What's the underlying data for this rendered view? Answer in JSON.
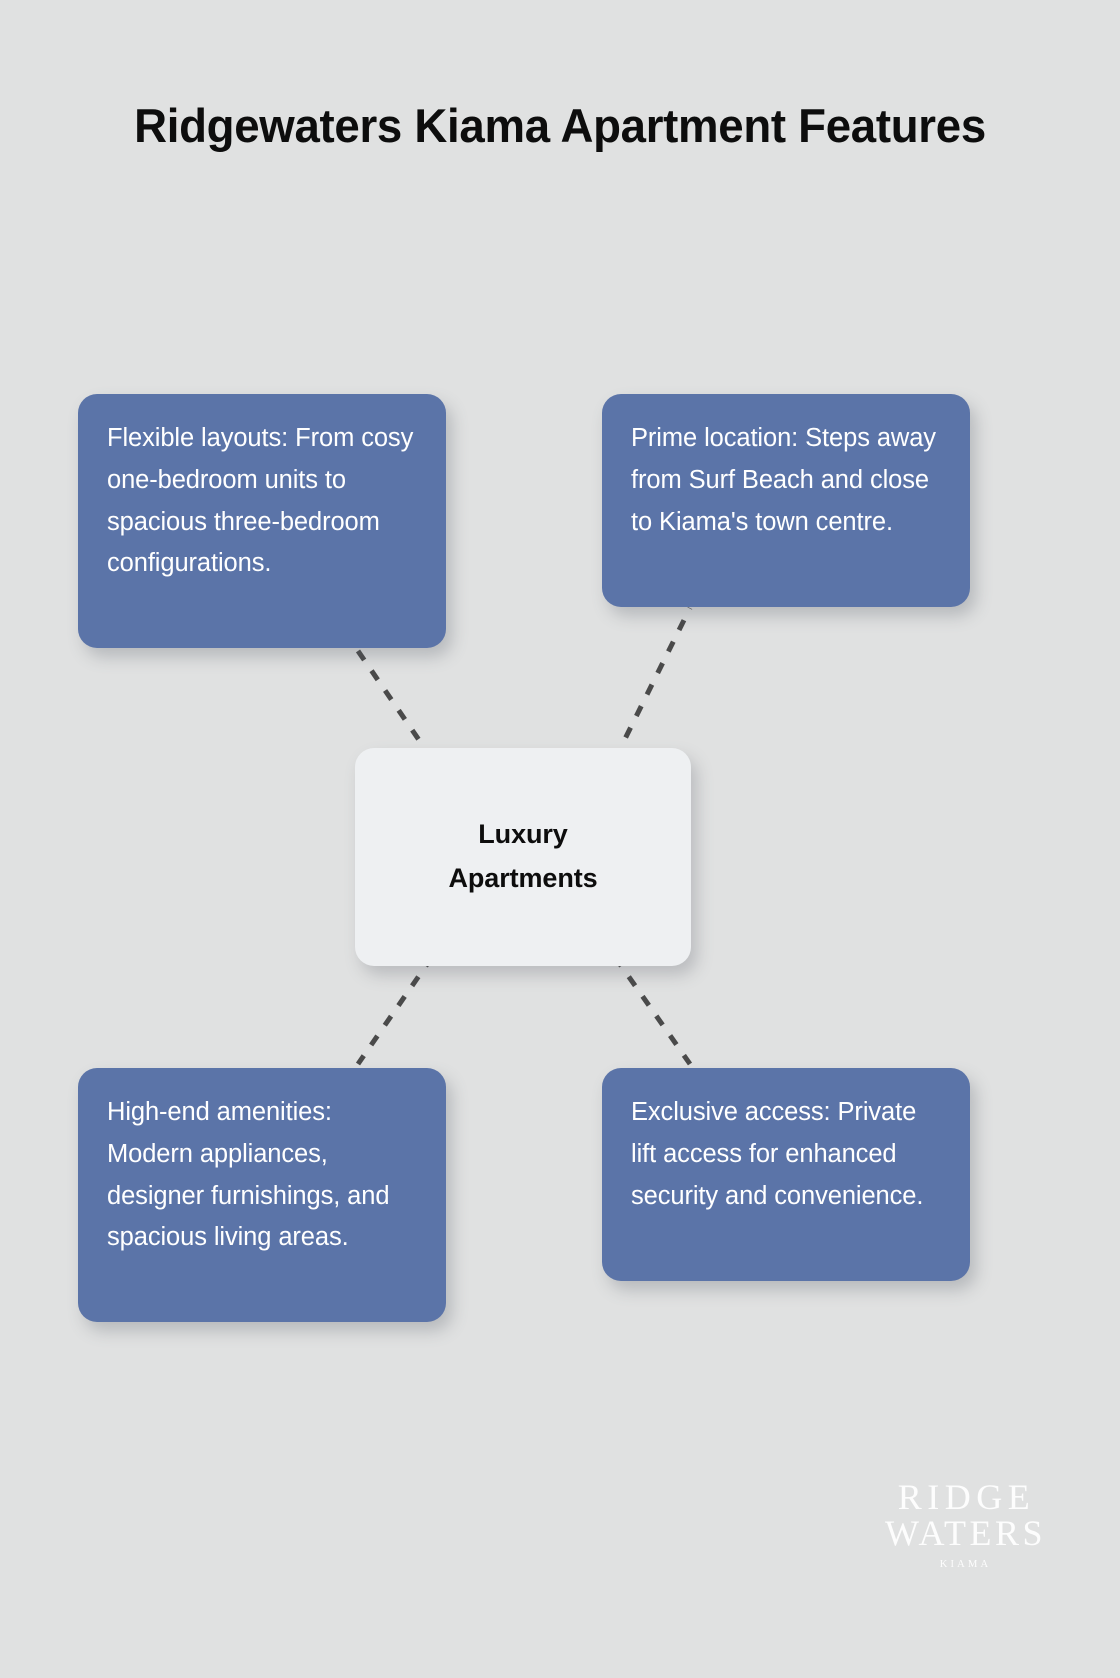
{
  "page": {
    "background_color": "#e0e1e1",
    "title": "Ridgewaters Kiama Apartment Features"
  },
  "theme": {
    "card_color": "#5b74a8",
    "card_text_color": "#ffffff",
    "center_card_color": "#eef0f2",
    "center_text_color": "#0d0d0d",
    "connector_color": "#4a4a4a",
    "title_color": "#0d0d0d"
  },
  "center_node": {
    "label_line_1": "Luxury",
    "label_line_2": "Apartments"
  },
  "cards": {
    "top_left": {
      "text": "Flexible layouts: From cosy one-bedroom units to spacious three-bedroom configurations."
    },
    "top_right": {
      "text": "Prime location: Steps away from Surf Beach and close to Kiama's town centre."
    },
    "bottom_left": {
      "text": "High-end amenities: Modern appliances, designer furnishings, and spacious living areas."
    },
    "bottom_right": {
      "text": "Exclusive access: Private lift access for enhanced security and convenience."
    }
  },
  "watermark": {
    "line_1": "RIDGE",
    "line_2": "WATERS",
    "line_3": "KIAMA"
  }
}
